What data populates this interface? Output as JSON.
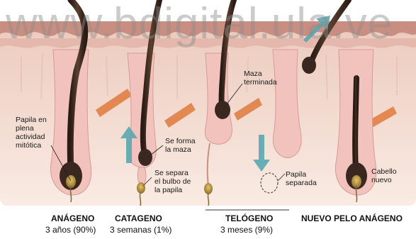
{
  "watermark": "www.bdigital.ula.ve",
  "annotations": {
    "papila_actividad": [
      "Papila en",
      "plena",
      "actividad",
      "mitótica"
    ],
    "se_forma_maza": [
      "Se forma",
      "la maza"
    ],
    "se_separa": [
      "Se separa",
      "el bulbo de",
      "la papila"
    ],
    "maza_terminada": [
      "Maza",
      "terminada"
    ],
    "papila_separada": [
      "Papila",
      "separada"
    ],
    "cabello_nuevo": [
      "Cabello",
      "nuevo"
    ]
  },
  "stages": [
    {
      "name": "ANÁGENO",
      "duration": "3 años (90%)"
    },
    {
      "name": "CATAGENO",
      "duration": "3 semanas (1%)"
    },
    {
      "name": "TELÓGENO",
      "duration": "3 meses (9%)"
    },
    {
      "name": "NUEVO PELO ANÁGENO",
      "duration": ""
    }
  ],
  "colors": {
    "skin_top": "#f0d3c6",
    "skin_bottom": "#f8e8df",
    "epidermis": "#d9a69a",
    "follicle": "#f3c9c4",
    "hair": "#3b2a21",
    "bulb": "#2e1f18",
    "papilla": "#c9a24a",
    "muscle": "#e07a3c",
    "arrow": "#5aa7b0"
  }
}
